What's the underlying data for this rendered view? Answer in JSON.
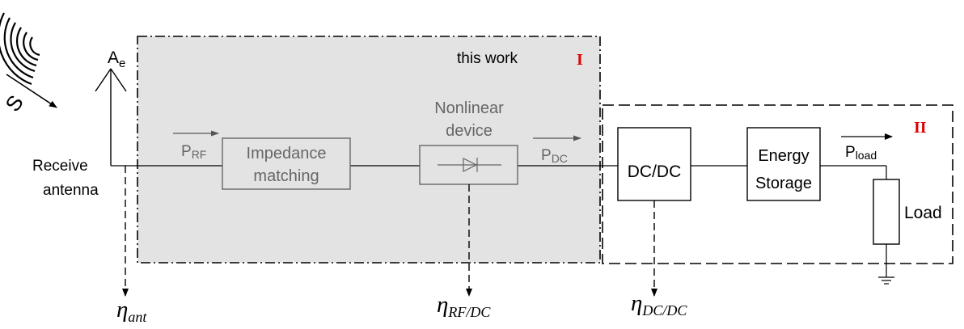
{
  "signal": {
    "symbol": "S"
  },
  "antenna": {
    "aperture_symbol": "A",
    "aperture_subscript": "e",
    "label_line1": "Receive",
    "label_line2": "antenna"
  },
  "region_1": {
    "caption": "this work",
    "numeral": "I"
  },
  "region_2": {
    "numeral": "II"
  },
  "blocks": {
    "impedance": {
      "line1": "Impedance",
      "line2": "matching"
    },
    "nonlinear": {
      "line1": "Nonlinear",
      "line2": "device"
    },
    "dcdc": {
      "label": "DC/DC"
    },
    "storage": {
      "line1": "Energy",
      "line2": "Storage"
    },
    "load": {
      "label": "Load"
    }
  },
  "powers": {
    "rf": {
      "symbol": "P",
      "subscript": "RF"
    },
    "dc": {
      "symbol": "P",
      "subscript": "DC"
    },
    "load": {
      "symbol": "P",
      "subscript": "load"
    }
  },
  "efficiencies": {
    "ant": {
      "symbol": "η",
      "subscript": "ant"
    },
    "rfdc": {
      "symbol": "η",
      "subscript": "RF/DC"
    },
    "dcdc": {
      "symbol": "η",
      "subscript": "DC/DC"
    }
  },
  "colors": {
    "shade": "#e3e3e3",
    "roman_numeral": "#e00000",
    "gray_text": "#666666"
  }
}
